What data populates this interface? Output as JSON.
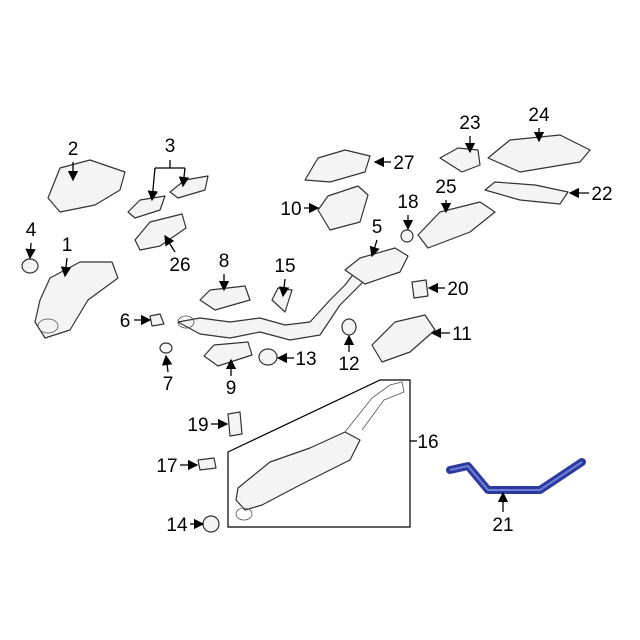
{
  "diagram": {
    "callouts": [
      "1",
      "2",
      "3",
      "4",
      "5",
      "6",
      "7",
      "8",
      "9",
      "10",
      "11",
      "12",
      "13",
      "14",
      "15",
      "16",
      "17",
      "18",
      "19",
      "20",
      "21",
      "22",
      "23",
      "24",
      "25",
      "26",
      "27"
    ],
    "highlight_color": "#2b3a9e",
    "highlighted_part": "21"
  }
}
